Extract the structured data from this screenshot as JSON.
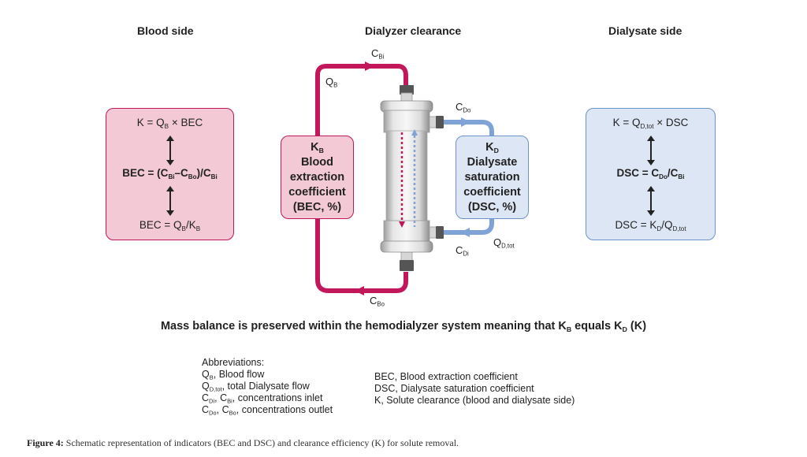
{
  "headers": {
    "blood_side": "Blood side",
    "dialyzer_clearance": "Dialyzer clearance",
    "dialysate_side": "Dialysate side"
  },
  "blood_box": {
    "eq_top": {
      "pre": "K = Q",
      "sub": "B",
      "post": " × BEC"
    },
    "eq_mid": {
      "a": "BEC = (C",
      "s1": "Bi",
      "b": "–C",
      "s2": "Bo",
      "c": ")/C",
      "s3": "Bi"
    },
    "eq_bottom": {
      "a": "BEC = Q",
      "s1": "B",
      "b": "/K",
      "s2": "B"
    }
  },
  "dialysate_box": {
    "eq_top": {
      "pre": "K = Q",
      "sub": "D,tot",
      "post": " × DSC"
    },
    "eq_mid": {
      "a": "DSC = C",
      "s1": "Do",
      "b": "/C",
      "s2": "Bi"
    },
    "eq_bottom": {
      "a": "DSC = K",
      "s1": "D",
      "b": "/Q",
      "s2": "D,tot"
    }
  },
  "kb_box": {
    "symbol": "K",
    "symbol_sub": "B",
    "lines": [
      "Blood",
      "extraction",
      "coefficient",
      "(BEC, %)"
    ]
  },
  "kd_box": {
    "symbol": "K",
    "symbol_sub": "D",
    "lines": [
      "Dialysate",
      "saturation",
      "coefficient",
      "(DSC, %)"
    ]
  },
  "flow_labels": {
    "c_bi": {
      "main": "C",
      "sub": "Bi"
    },
    "q_b": {
      "main": "Q",
      "sub": "B"
    },
    "c_do": {
      "main": "C",
      "sub": "Do"
    },
    "c_di": {
      "main": "C",
      "sub": "Di"
    },
    "q_dtot": {
      "main": "Q",
      "sub": "D,tot"
    },
    "c_bo": {
      "main": "C",
      "sub": "Bo"
    }
  },
  "mass_balance": {
    "a": "Mass balance is preserved within the hemodialyzer system meaning that K",
    "s1": "B",
    "b": " equals K",
    "s2": "D",
    "c": " (K)"
  },
  "abbreviations": {
    "title": "Abbreviations:",
    "left": [
      {
        "a": "Q",
        "s1": "B",
        "b": ", Blood flow"
      },
      {
        "a": "Q",
        "s1": "D,tot",
        "b": ", total Dialysate flow"
      },
      {
        "a": "C",
        "s1": "Di",
        "b": ", C",
        "s2": "Bi",
        "c": ", concentrations inlet"
      },
      {
        "a": "C",
        "s1": "Do",
        "b": ", C",
        "s2": "Bo",
        "c": ", concentrations outlet"
      }
    ],
    "right": [
      "BEC, Blood extraction coefficient",
      "DSC, Dialysate saturation coefficient",
      "K, Solute clearance (blood and dialysate side)"
    ]
  },
  "caption": {
    "label": "Figure 4:",
    "text": " Schematic representation of indicators (BEC and DSC) and clearance efficiency (K) for solute removal."
  },
  "colors": {
    "blood": "#c2185b",
    "blood_fill": "#f2c9d5",
    "dialysate": "#7fa3d6",
    "dialysate_fill": "#dde6f4"
  }
}
